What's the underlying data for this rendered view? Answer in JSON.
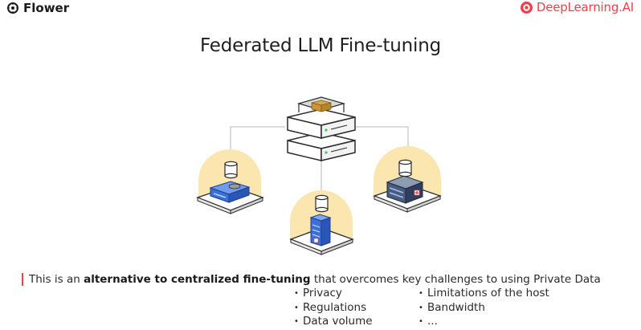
{
  "header": {
    "brand_left": "Flower",
    "brand_right": "DeepLearning.AI"
  },
  "slide": {
    "title": "Federated LLM Fine-tuning",
    "statement_pre": "This is an ",
    "statement_bold": "alternative to centralized fine-tuning",
    "statement_post": " that overcomes key challenges to using Private Data",
    "bullets_col1": [
      "Privacy",
      "Regulations",
      "Data volume"
    ],
    "bullets_col2": [
      "Limitations of the host",
      "Bandwidth",
      "..."
    ]
  },
  "colors": {
    "accent_red": "#e8434c",
    "halo_yellow": "#fbe6b0",
    "building_blue": "#3b6fd9",
    "server_green": "#46c06a"
  }
}
